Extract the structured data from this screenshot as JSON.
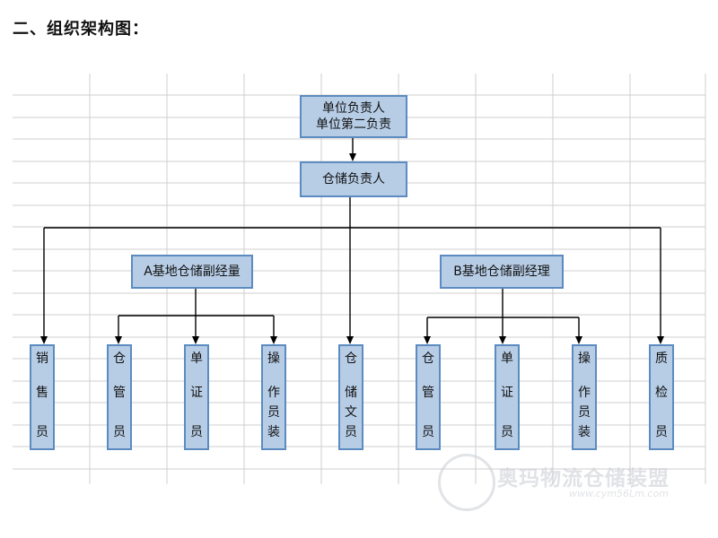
{
  "heading": "二、组织架构图：",
  "diagram": {
    "root": [
      "单位负责人",
      "单位第二负责"
    ],
    "level2": "仓储负责人",
    "base_a": {
      "manager": "A基地仓储副经量",
      "staff": [
        [
          "仓",
          "管",
          "员"
        ],
        [
          "单",
          "证",
          "员"
        ],
        [
          "操",
          "作",
          "员",
          "装"
        ]
      ]
    },
    "base_b": {
      "manager": "B基地仓储副经理",
      "staff": [
        [
          "仓",
          "管",
          "员"
        ],
        [
          "单",
          "证",
          "员"
        ],
        [
          "操",
          "作",
          "员",
          "装"
        ]
      ]
    },
    "direct": {
      "sales": [
        "销",
        "售",
        "员"
      ],
      "clerk": [
        "仓",
        "储",
        "文",
        "员"
      ],
      "qc": [
        "质",
        "检",
        "员"
      ]
    }
  },
  "watermark": {
    "title": "奥玛物流仓储装盟",
    "url": "www.cym56Lm.com"
  },
  "colors": {
    "box_fill": "#b7cde6",
    "box_border": "#5b8bc0",
    "grid": "#cfcfcf",
    "line": "#000000"
  }
}
